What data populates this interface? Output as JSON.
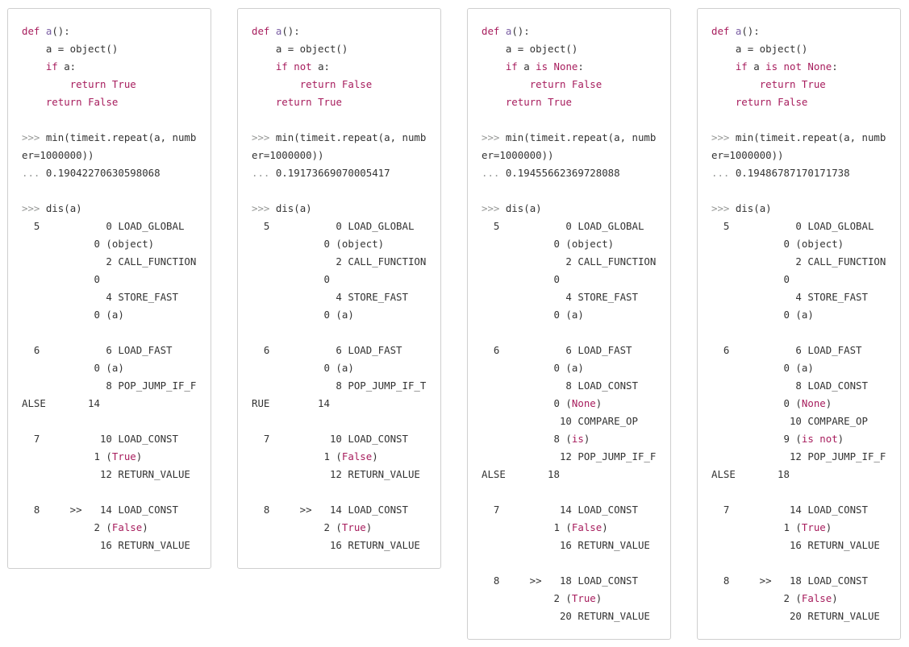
{
  "colors": {
    "keyword": "#a71d5d",
    "constant": "#a71d5d",
    "function": "#795da3",
    "prompt": "#969896",
    "text": "#333333",
    "border": "#cfcfcf"
  },
  "panels": [
    {
      "lines": [
        [
          {
            "t": "def",
            "s": "kw"
          },
          {
            "t": " "
          },
          {
            "t": "a",
            "s": "fn"
          },
          {
            "t": "():"
          }
        ],
        [
          {
            "t": "    a = object()"
          }
        ],
        [
          {
            "t": "    "
          },
          {
            "t": "if",
            "s": "kw"
          },
          {
            "t": " a:"
          }
        ],
        [
          {
            "t": "        "
          },
          {
            "t": "return",
            "s": "kw"
          },
          {
            "t": " "
          },
          {
            "t": "True",
            "s": "c"
          }
        ],
        [
          {
            "t": "    "
          },
          {
            "t": "return",
            "s": "kw"
          },
          {
            "t": " "
          },
          {
            "t": "False",
            "s": "c"
          }
        ],
        [],
        [
          {
            "t": ">>>",
            "s": "pr"
          },
          {
            "t": " min(timeit.repeat(a, numb"
          }
        ],
        [
          {
            "t": "er=1000000))"
          }
        ],
        [
          {
            "t": "...",
            "s": "pr"
          },
          {
            "t": " 0.19042270630598068"
          }
        ],
        [],
        [
          {
            "t": ">>>",
            "s": "pr"
          },
          {
            "t": " dis(a)"
          }
        ],
        [
          {
            "t": "  5           0 LOAD_GLOBAL"
          }
        ],
        [
          {
            "t": "            0 (object)"
          }
        ],
        [
          {
            "t": "              2 CALL_FUNCTION"
          }
        ],
        [
          {
            "t": "            0"
          }
        ],
        [
          {
            "t": "              4 STORE_FAST"
          }
        ],
        [
          {
            "t": "            0 (a)"
          }
        ],
        [],
        [
          {
            "t": "  6           6 LOAD_FAST"
          }
        ],
        [
          {
            "t": "            0 (a)"
          }
        ],
        [
          {
            "t": "              8 POP_JUMP_IF_F"
          }
        ],
        [
          {
            "t": "ALSE       14"
          }
        ],
        [],
        [
          {
            "t": "  7          10 LOAD_CONST"
          }
        ],
        [
          {
            "t": "            1 ("
          },
          {
            "t": "True",
            "s": "c"
          },
          {
            "t": ")"
          }
        ],
        [
          {
            "t": "             12 RETURN_VALUE"
          }
        ],
        [],
        [
          {
            "t": "  8     >>   14 LOAD_CONST"
          }
        ],
        [
          {
            "t": "            2 ("
          },
          {
            "t": "False",
            "s": "c"
          },
          {
            "t": ")"
          }
        ],
        [
          {
            "t": "             16 RETURN_VALUE"
          }
        ]
      ]
    },
    {
      "lines": [
        [
          {
            "t": "def",
            "s": "kw"
          },
          {
            "t": " "
          },
          {
            "t": "a",
            "s": "fn"
          },
          {
            "t": "():"
          }
        ],
        [
          {
            "t": "    a = object()"
          }
        ],
        [
          {
            "t": "    "
          },
          {
            "t": "if",
            "s": "kw"
          },
          {
            "t": " "
          },
          {
            "t": "not",
            "s": "kw"
          },
          {
            "t": " a:"
          }
        ],
        [
          {
            "t": "        "
          },
          {
            "t": "return",
            "s": "kw"
          },
          {
            "t": " "
          },
          {
            "t": "False",
            "s": "c"
          }
        ],
        [
          {
            "t": "    "
          },
          {
            "t": "return",
            "s": "kw"
          },
          {
            "t": " "
          },
          {
            "t": "True",
            "s": "c"
          }
        ],
        [],
        [
          {
            "t": ">>>",
            "s": "pr"
          },
          {
            "t": " min(timeit.repeat(a, numb"
          }
        ],
        [
          {
            "t": "er=1000000))"
          }
        ],
        [
          {
            "t": "...",
            "s": "pr"
          },
          {
            "t": " 0.19173669070005417"
          }
        ],
        [],
        [
          {
            "t": ">>>",
            "s": "pr"
          },
          {
            "t": " dis(a)"
          }
        ],
        [
          {
            "t": "  5           0 LOAD_GLOBAL"
          }
        ],
        [
          {
            "t": "            0 (object)"
          }
        ],
        [
          {
            "t": "              2 CALL_FUNCTION"
          }
        ],
        [
          {
            "t": "            0"
          }
        ],
        [
          {
            "t": "              4 STORE_FAST"
          }
        ],
        [
          {
            "t": "            0 (a)"
          }
        ],
        [],
        [
          {
            "t": "  6           6 LOAD_FAST"
          }
        ],
        [
          {
            "t": "            0 (a)"
          }
        ],
        [
          {
            "t": "              8 POP_JUMP_IF_T"
          }
        ],
        [
          {
            "t": "RUE        14"
          }
        ],
        [],
        [
          {
            "t": "  7          10 LOAD_CONST"
          }
        ],
        [
          {
            "t": "            1 ("
          },
          {
            "t": "False",
            "s": "c"
          },
          {
            "t": ")"
          }
        ],
        [
          {
            "t": "             12 RETURN_VALUE"
          }
        ],
        [],
        [
          {
            "t": "  8     >>   14 LOAD_CONST"
          }
        ],
        [
          {
            "t": "            2 ("
          },
          {
            "t": "True",
            "s": "c"
          },
          {
            "t": ")"
          }
        ],
        [
          {
            "t": "             16 RETURN_VALUE"
          }
        ]
      ]
    },
    {
      "lines": [
        [
          {
            "t": "def",
            "s": "kw"
          },
          {
            "t": " "
          },
          {
            "t": "a",
            "s": "fn"
          },
          {
            "t": "():"
          }
        ],
        [
          {
            "t": "    a = object()"
          }
        ],
        [
          {
            "t": "    "
          },
          {
            "t": "if",
            "s": "kw"
          },
          {
            "t": " a "
          },
          {
            "t": "is",
            "s": "kw"
          },
          {
            "t": " "
          },
          {
            "t": "None",
            "s": "c"
          },
          {
            "t": ":"
          }
        ],
        [
          {
            "t": "        "
          },
          {
            "t": "return",
            "s": "kw"
          },
          {
            "t": " "
          },
          {
            "t": "False",
            "s": "c"
          }
        ],
        [
          {
            "t": "    "
          },
          {
            "t": "return",
            "s": "kw"
          },
          {
            "t": " "
          },
          {
            "t": "True",
            "s": "c"
          }
        ],
        [],
        [
          {
            "t": ">>>",
            "s": "pr"
          },
          {
            "t": " min(timeit.repeat(a, numb"
          }
        ],
        [
          {
            "t": "er=1000000))"
          }
        ],
        [
          {
            "t": "...",
            "s": "pr"
          },
          {
            "t": " 0.19455662369728088"
          }
        ],
        [],
        [
          {
            "t": ">>>",
            "s": "pr"
          },
          {
            "t": " dis(a)"
          }
        ],
        [
          {
            "t": "  5           0 LOAD_GLOBAL"
          }
        ],
        [
          {
            "t": "            0 (object)"
          }
        ],
        [
          {
            "t": "              2 CALL_FUNCTION"
          }
        ],
        [
          {
            "t": "            0"
          }
        ],
        [
          {
            "t": "              4 STORE_FAST"
          }
        ],
        [
          {
            "t": "            0 (a)"
          }
        ],
        [],
        [
          {
            "t": "  6           6 LOAD_FAST"
          }
        ],
        [
          {
            "t": "            0 (a)"
          }
        ],
        [
          {
            "t": "              8 LOAD_CONST"
          }
        ],
        [
          {
            "t": "            0 ("
          },
          {
            "t": "None",
            "s": "c"
          },
          {
            "t": ")"
          }
        ],
        [
          {
            "t": "             10 COMPARE_OP"
          }
        ],
        [
          {
            "t": "            8 ("
          },
          {
            "t": "is",
            "s": "kw"
          },
          {
            "t": ")"
          }
        ],
        [
          {
            "t": "             12 POP_JUMP_IF_F"
          }
        ],
        [
          {
            "t": "ALSE       18"
          }
        ],
        [],
        [
          {
            "t": "  7          14 LOAD_CONST"
          }
        ],
        [
          {
            "t": "            1 ("
          },
          {
            "t": "False",
            "s": "c"
          },
          {
            "t": ")"
          }
        ],
        [
          {
            "t": "             16 RETURN_VALUE"
          }
        ],
        [],
        [
          {
            "t": "  8     >>   18 LOAD_CONST"
          }
        ],
        [
          {
            "t": "            2 ("
          },
          {
            "t": "True",
            "s": "c"
          },
          {
            "t": ")"
          }
        ],
        [
          {
            "t": "             20 RETURN_VALUE"
          }
        ]
      ]
    },
    {
      "lines": [
        [
          {
            "t": "def",
            "s": "kw"
          },
          {
            "t": " "
          },
          {
            "t": "a",
            "s": "fn"
          },
          {
            "t": "():"
          }
        ],
        [
          {
            "t": "    a = object()"
          }
        ],
        [
          {
            "t": "    "
          },
          {
            "t": "if",
            "s": "kw"
          },
          {
            "t": " a "
          },
          {
            "t": "is",
            "s": "kw"
          },
          {
            "t": " "
          },
          {
            "t": "not",
            "s": "kw"
          },
          {
            "t": " "
          },
          {
            "t": "None",
            "s": "c"
          },
          {
            "t": ":"
          }
        ],
        [
          {
            "t": "        "
          },
          {
            "t": "return",
            "s": "kw"
          },
          {
            "t": " "
          },
          {
            "t": "True",
            "s": "c"
          }
        ],
        [
          {
            "t": "    "
          },
          {
            "t": "return",
            "s": "kw"
          },
          {
            "t": " "
          },
          {
            "t": "False",
            "s": "c"
          }
        ],
        [],
        [
          {
            "t": ">>>",
            "s": "pr"
          },
          {
            "t": " min(timeit.repeat(a, numb"
          }
        ],
        [
          {
            "t": "er=1000000))"
          }
        ],
        [
          {
            "t": "...",
            "s": "pr"
          },
          {
            "t": " 0.19486787170171738"
          }
        ],
        [],
        [
          {
            "t": ">>>",
            "s": "pr"
          },
          {
            "t": " dis(a)"
          }
        ],
        [
          {
            "t": "  5           0 LOAD_GLOBAL"
          }
        ],
        [
          {
            "t": "            0 (object)"
          }
        ],
        [
          {
            "t": "              2 CALL_FUNCTION"
          }
        ],
        [
          {
            "t": "            0"
          }
        ],
        [
          {
            "t": "              4 STORE_FAST"
          }
        ],
        [
          {
            "t": "            0 (a)"
          }
        ],
        [],
        [
          {
            "t": "  6           6 LOAD_FAST"
          }
        ],
        [
          {
            "t": "            0 (a)"
          }
        ],
        [
          {
            "t": "              8 LOAD_CONST"
          }
        ],
        [
          {
            "t": "            0 ("
          },
          {
            "t": "None",
            "s": "c"
          },
          {
            "t": ")"
          }
        ],
        [
          {
            "t": "             10 COMPARE_OP"
          }
        ],
        [
          {
            "t": "            9 ("
          },
          {
            "t": "is not",
            "s": "kw"
          },
          {
            "t": ")"
          }
        ],
        [
          {
            "t": "             12 POP_JUMP_IF_F"
          }
        ],
        [
          {
            "t": "ALSE       18"
          }
        ],
        [],
        [
          {
            "t": "  7          14 LOAD_CONST"
          }
        ],
        [
          {
            "t": "            1 ("
          },
          {
            "t": "True",
            "s": "c"
          },
          {
            "t": ")"
          }
        ],
        [
          {
            "t": "             16 RETURN_VALUE"
          }
        ],
        [],
        [
          {
            "t": "  8     >>   18 LOAD_CONST"
          }
        ],
        [
          {
            "t": "            2 ("
          },
          {
            "t": "False",
            "s": "c"
          },
          {
            "t": ")"
          }
        ],
        [
          {
            "t": "             20 RETURN_VALUE"
          }
        ]
      ]
    }
  ]
}
